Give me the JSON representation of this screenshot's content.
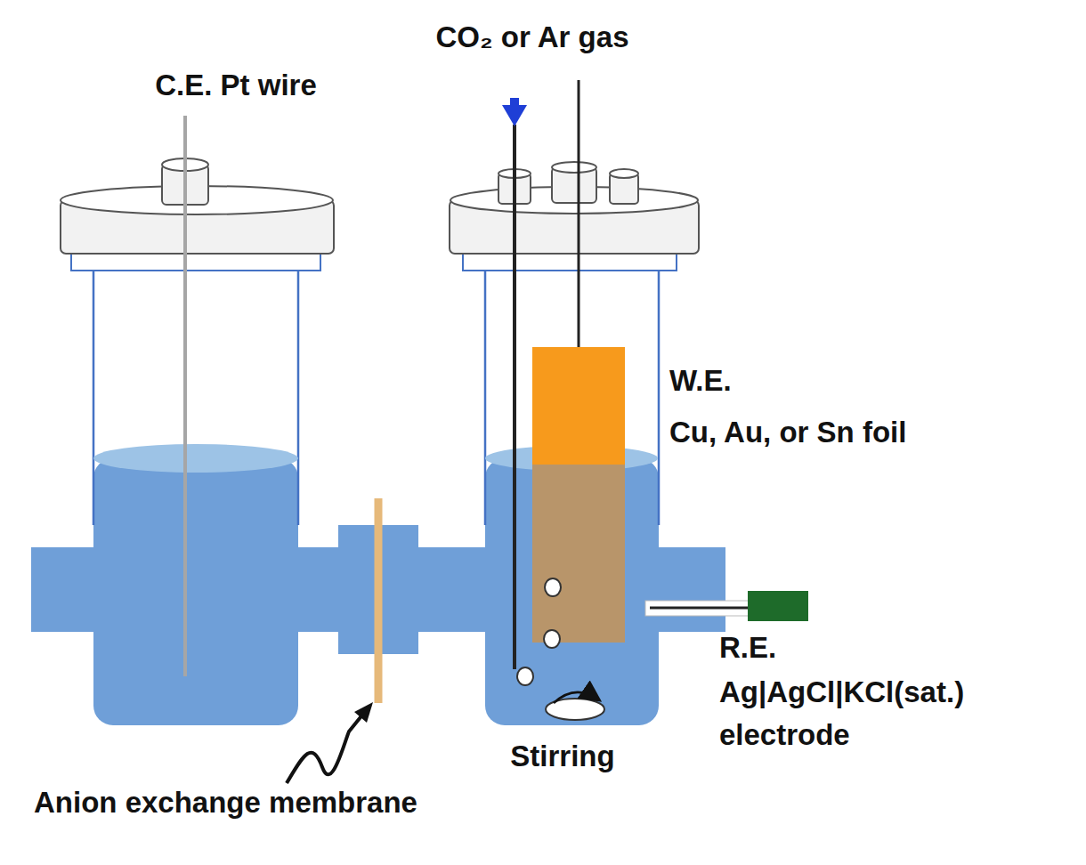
{
  "diagram": {
    "labels": [
      "C.E. Pt wire",
      "CO₂ or Ar gas",
      "W.E.",
      "Cu, Au, or Sn foil",
      "R.E.",
      "Ag|AgCl|KCl(sat.) electrode",
      "Stirring",
      "Anion exchange membrane"
    ]
  }
}
